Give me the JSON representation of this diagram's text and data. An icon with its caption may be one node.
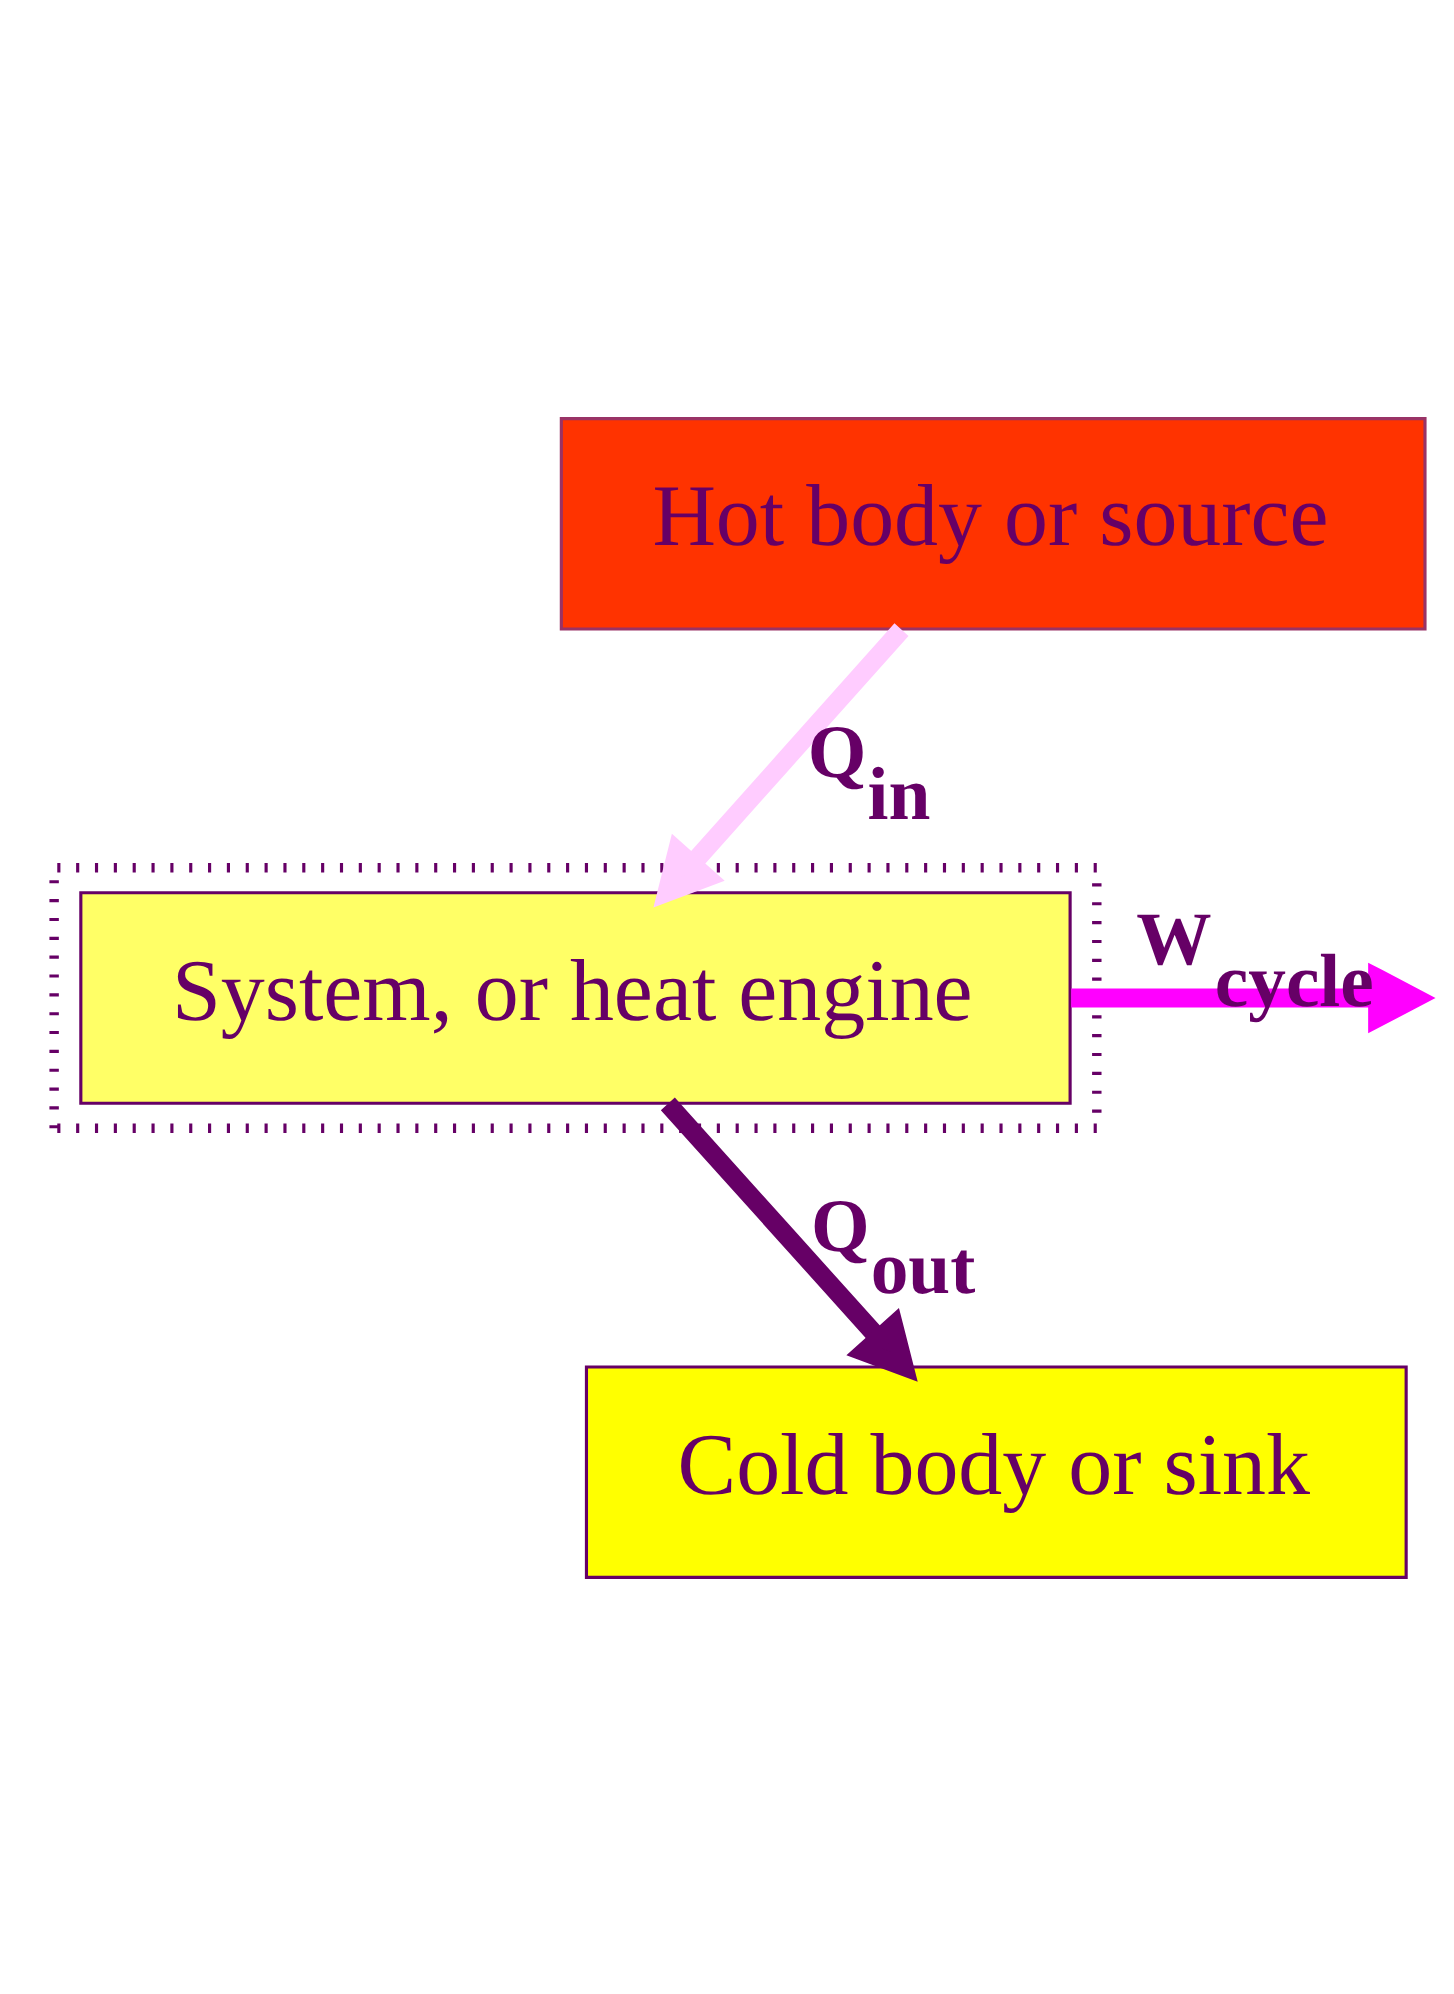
{
  "diagram": {
    "nodes": [
      {
        "text": [
          "Hot body or source"
        ]
      },
      {
        "text": [],
        "shape": "box"
      },
      {
        "text": [
          "System, or heat engine"
        ],
        "in": 1
      },
      {
        "text": [
          "Cold body or sink"
        ]
      }
    ],
    "edges": [
      {
        "from": 0,
        "to": 2,
        "arrow": "to",
        "label": "Q$_{in}$",
        "color": "#ffccff"
      },
      {
        "from": 2,
        "to": null,
        "arrow": "to",
        "label": "W$_{cycle}$",
        "color": "#ff00ff"
      },
      {
        "from": 2,
        "to": 3,
        "arrow": "to",
        "label": "Q$_{out}$",
        "color": "#660066"
      }
    ]
  }
}
